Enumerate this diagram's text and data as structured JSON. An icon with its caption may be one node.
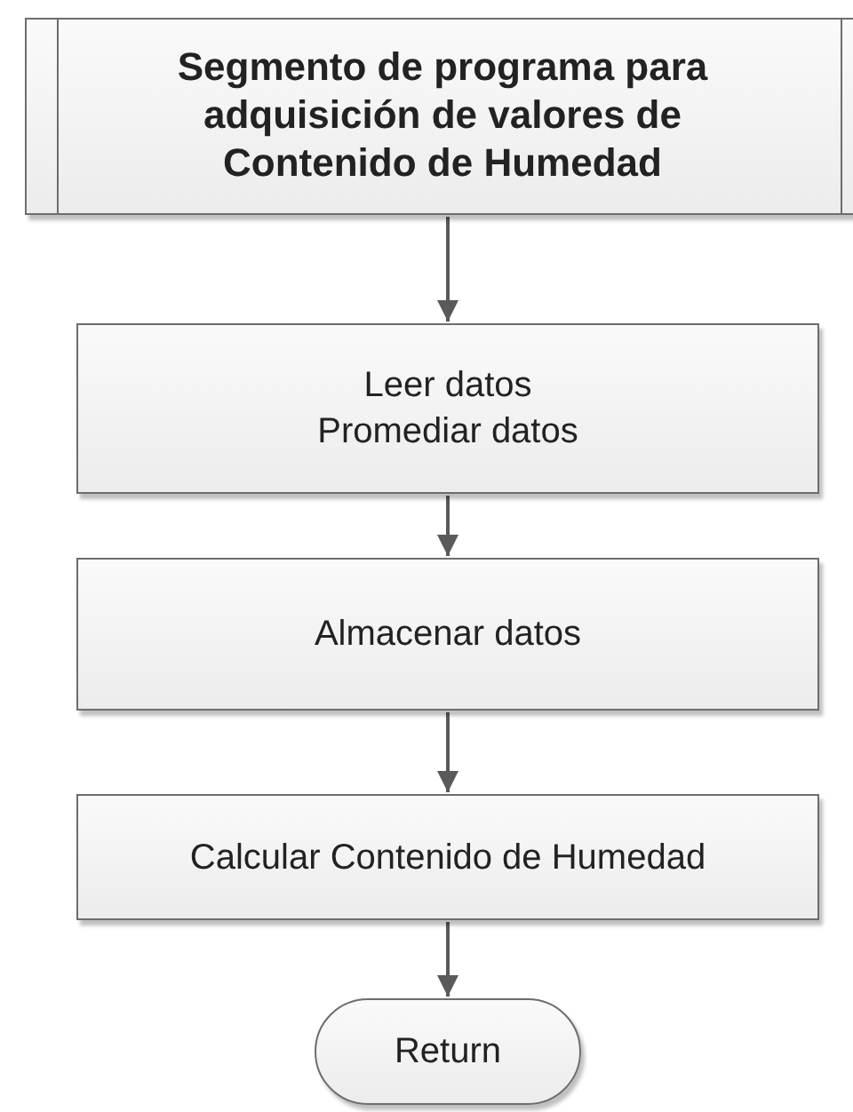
{
  "diagram": {
    "nodes": [
      {
        "text": [
          "Segmento de programa para adquisición de valores de Contenido de Humedad"
        ]
      },
      {
        "text": [
          "Leer datos",
          "Promediar datos"
        ]
      },
      {
        "text": [
          "Almacenar datos"
        ]
      },
      {
        "text": [
          "Calcular Contenido de Humedad"
        ]
      },
      {
        "text": [
          "Return"
        ]
      }
    ],
    "edges": [
      {
        "from": 0,
        "to": 1,
        "arrow": "to"
      },
      {
        "from": 1,
        "to": 2,
        "arrow": "to"
      },
      {
        "from": 2,
        "to": 3,
        "arrow": "to"
      },
      {
        "from": 3,
        "to": 4,
        "arrow": "to"
      }
    ]
  }
}
